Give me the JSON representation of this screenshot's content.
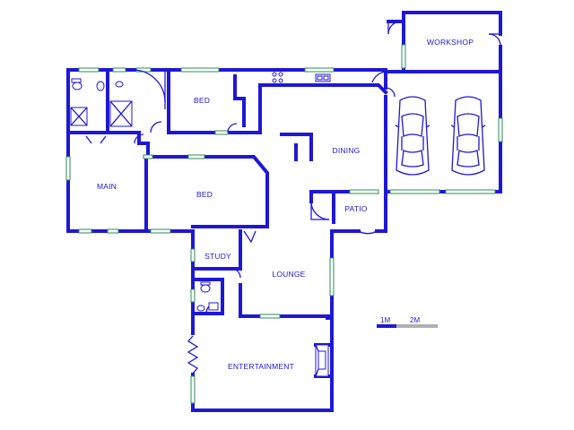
{
  "plan": {
    "rooms": {
      "workshop": "WORKSHOP",
      "bed1": "BED",
      "dining": "DINING",
      "main": "MAIN",
      "bed2": "BED",
      "patio": "PATIO",
      "study": "STUDY",
      "lounge": "LOUNGE",
      "entertainment": "ENTERTAINMENT"
    },
    "scale": {
      "mark1": "1M",
      "mark2": "2M"
    },
    "colors": {
      "walls": "#1f17d6",
      "windows": "#2e8b57",
      "scale_light": "#b0b0b0"
    }
  }
}
